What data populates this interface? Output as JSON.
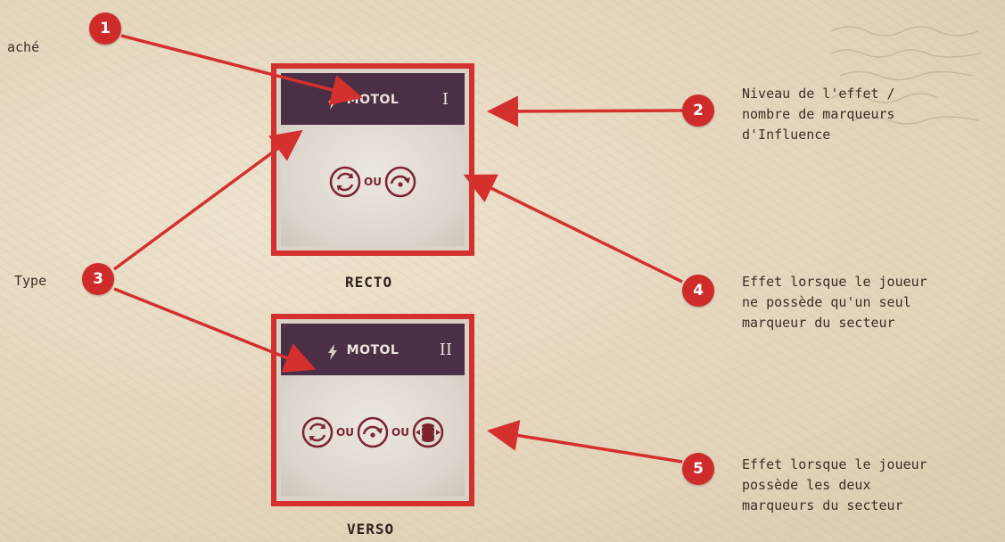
{
  "labels": {
    "cache": "aché",
    "level_line1": "Niveau de l'effet /",
    "level_line2": "nombre de marqueurs",
    "level_line3": "d'Influence",
    "type": "Type",
    "single_line1": "Effet lorsque le joueur",
    "single_line2": "ne possède qu'un seul",
    "single_line3": "marqueur du secteur",
    "both_line1": "Effet lorsque le joueur",
    "both_line2": "possède les deux",
    "both_line3": "marqueurs du secteur"
  },
  "badges": [
    "1",
    "2",
    "3",
    "4",
    "5"
  ],
  "cards": {
    "recto": {
      "title": "RECTO",
      "sector": "MOTOL",
      "level": "I",
      "separator": "OU"
    },
    "verso": {
      "title": "VERSO",
      "sector": "MOTOL",
      "level": "II",
      "separator": "OU"
    }
  },
  "colors": {
    "accent_red": "#d4302e",
    "card_header": "#4b2f45",
    "icon_maroon": "#7b2430",
    "paper": "#e6d8bf"
  }
}
